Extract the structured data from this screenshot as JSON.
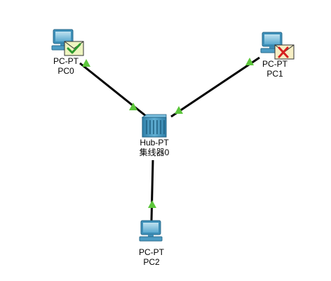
{
  "devices": {
    "pc0": {
      "type": "PC-PT",
      "name": "PC0",
      "pdu_status": "success"
    },
    "pc1": {
      "type": "PC-PT",
      "name": "PC1",
      "pdu_status": "failed"
    },
    "pc2": {
      "type": "PC-PT",
      "name": "PC2"
    },
    "hub0": {
      "type": "Hub-PT",
      "name": "集线器0"
    }
  },
  "links": [
    {
      "from": "PC0",
      "to": "集线器0",
      "status": "up"
    },
    {
      "from": "PC1",
      "to": "集线器0",
      "status": "up"
    },
    {
      "from": "PC2",
      "to": "集线器0",
      "status": "up"
    }
  ],
  "colors": {
    "link_line": "#000000",
    "link_up_indicator": "#5cc63b",
    "pc_body": "#4aa0c8",
    "hub_body": "#3b8db3",
    "envelope_ok": "#e8f0b0",
    "envelope_fail": "#f4e8b0"
  }
}
